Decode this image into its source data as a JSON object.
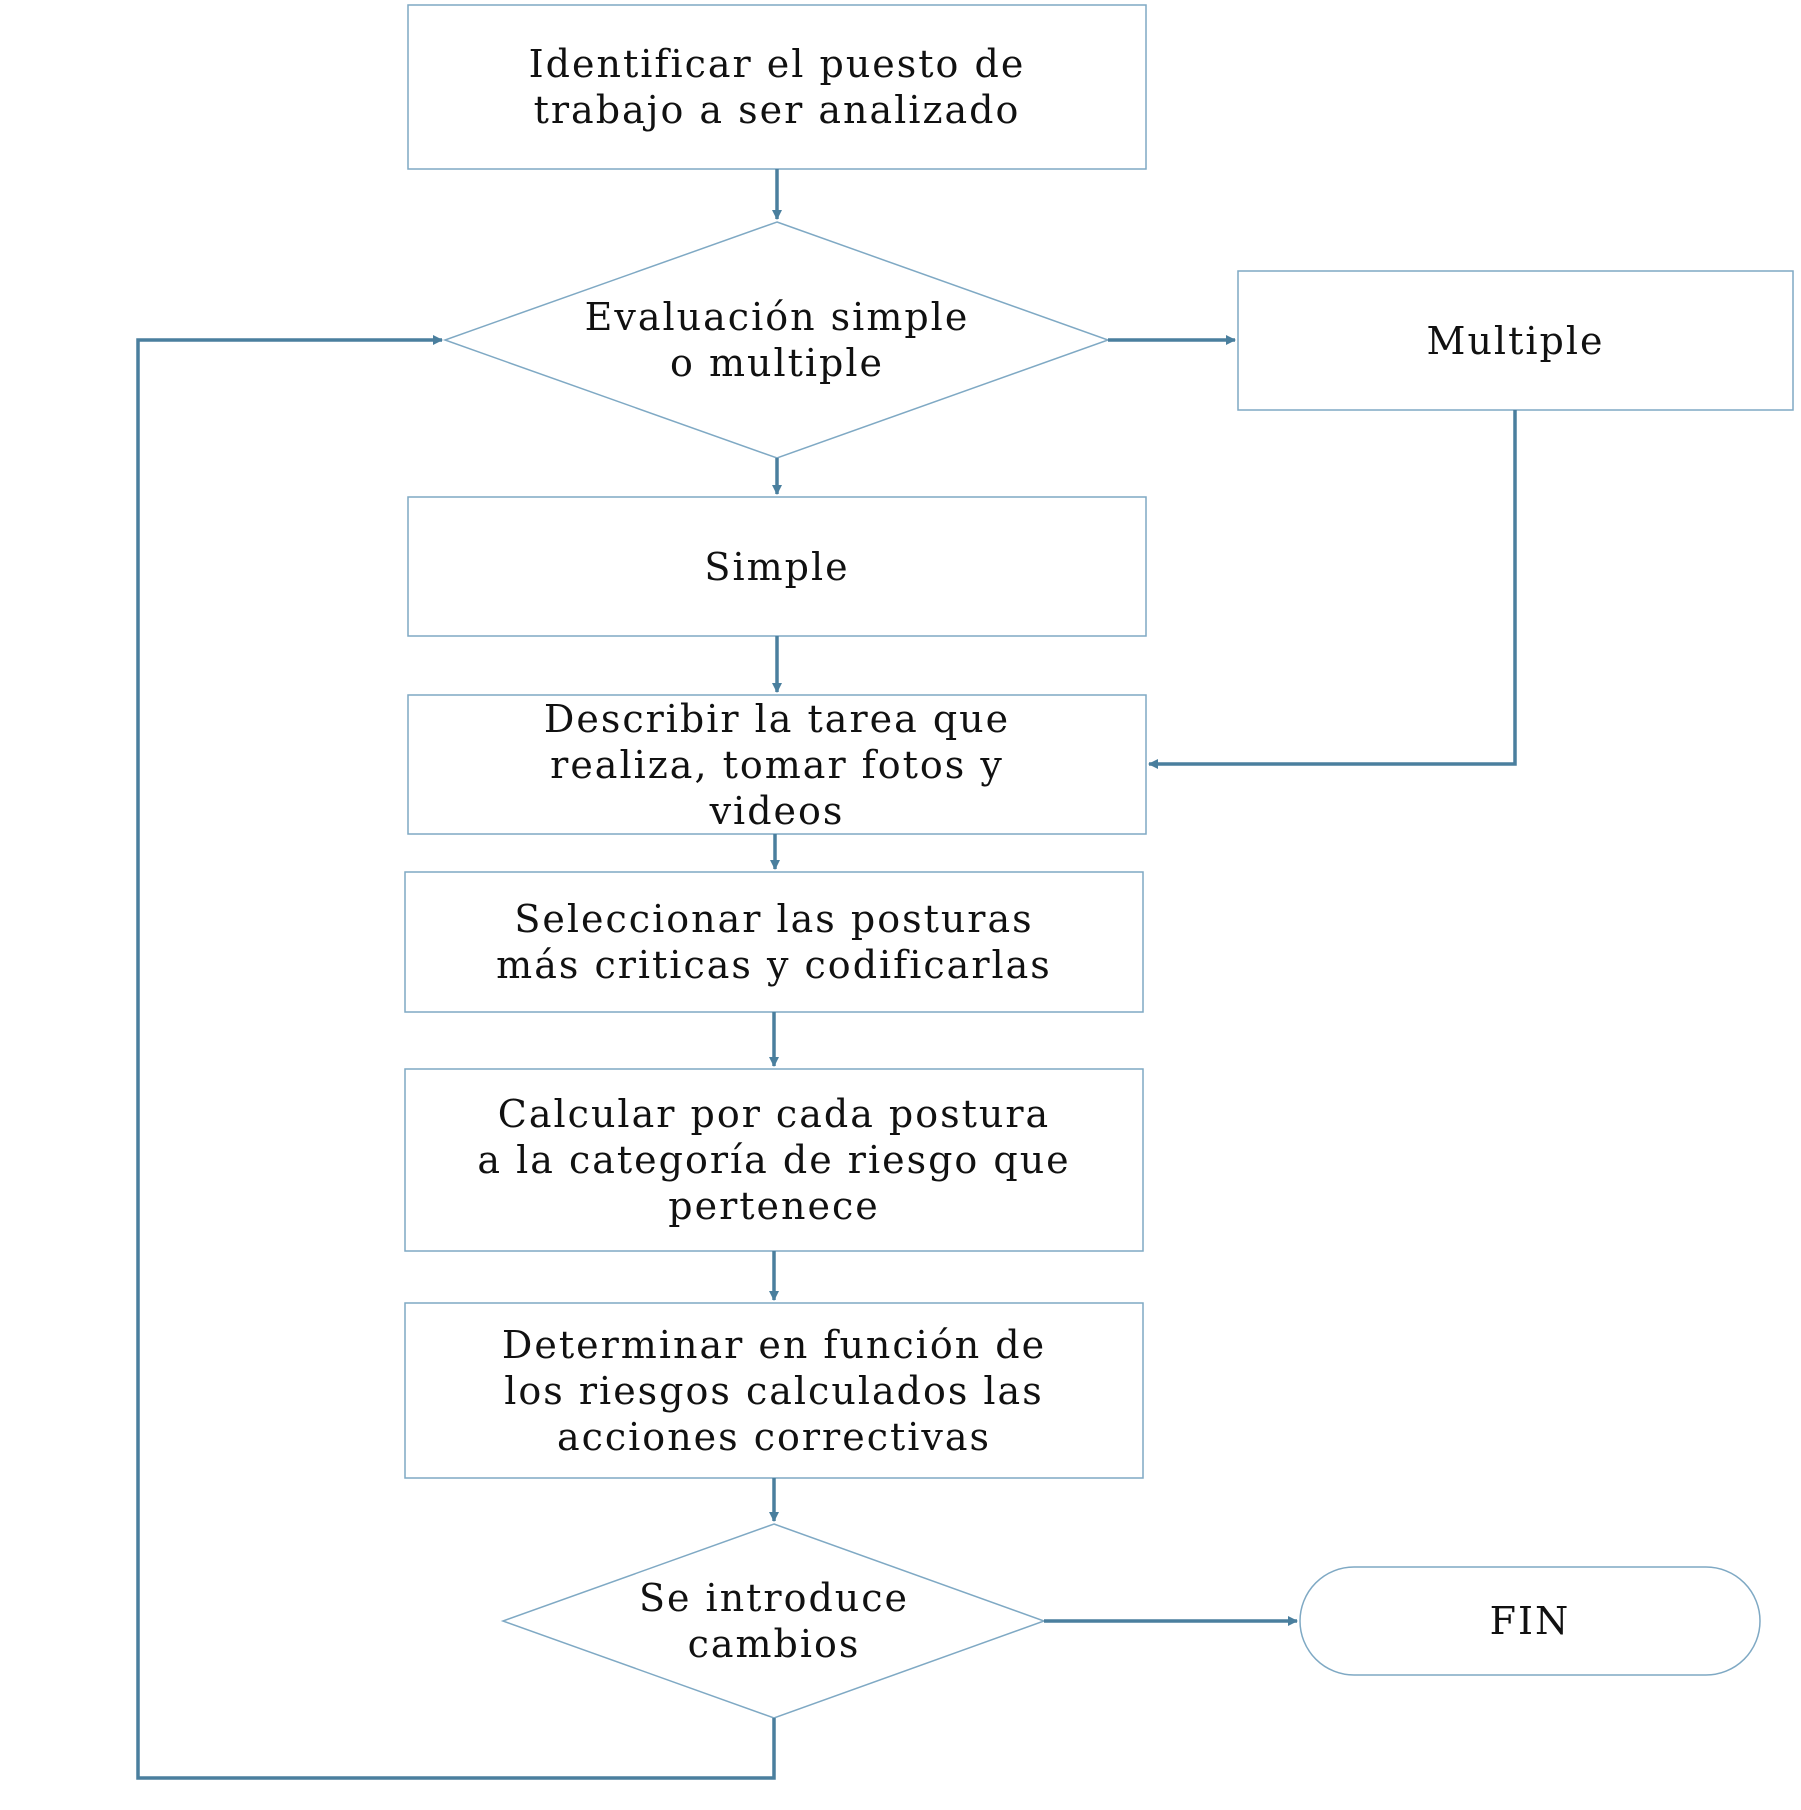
{
  "colors": {
    "box_border": "#7fa9c4",
    "connector": "#4a7f9e",
    "text": "#111111",
    "background": "#ffffff"
  },
  "nodes": {
    "identificar": "Identificar el puesto de\ntrabajo a ser analizado",
    "evaluacion": "Evaluación simple\no multiple",
    "multiple": "Multiple",
    "simple": "Simple",
    "describir": "Describir la tarea que\nrealiza, tomar fotos y\nvideos",
    "seleccionar": "Seleccionar las posturas\nmás criticas y codificarlas",
    "calcular": "Calcular por cada postura\na la categoría de riesgo que\npertenece",
    "determinar": "Determinar en función de\nlos riesgos calculados las\nacciones correctivas",
    "cambios": "Se introduce\ncambios",
    "fin": "FIN"
  }
}
